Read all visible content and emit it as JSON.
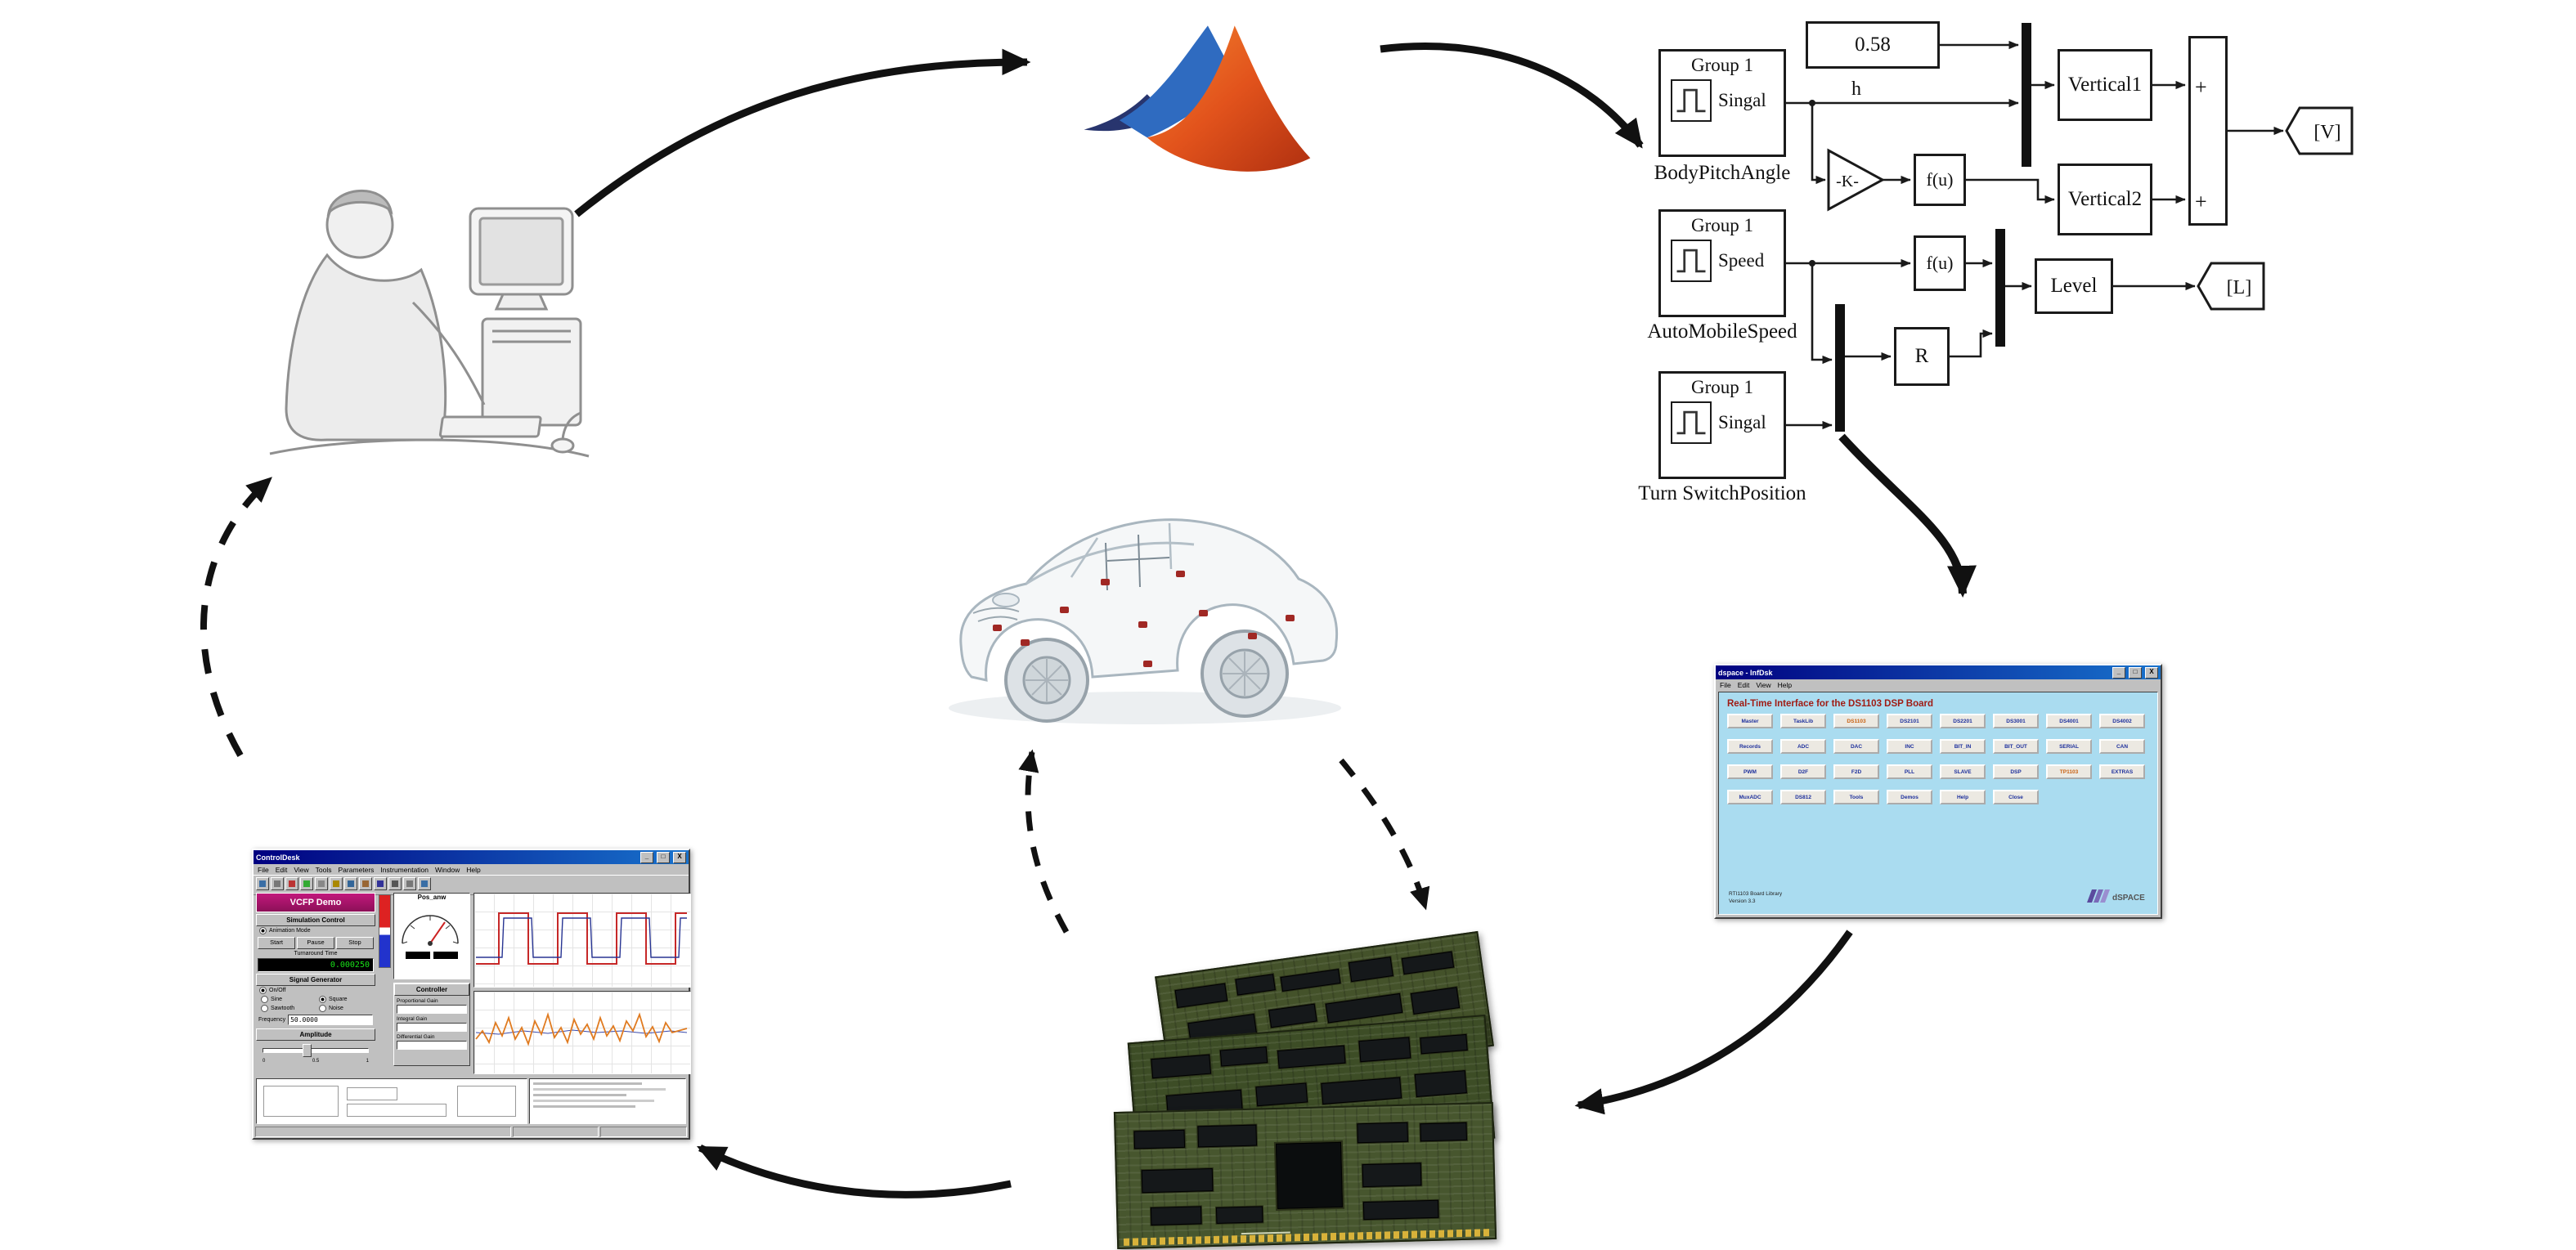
{
  "simulink": {
    "signal_builder_1": {
      "group": "Group 1",
      "name": "Singal",
      "label": "BodyPitchAngle"
    },
    "signal_builder_2": {
      "group": "Group 1",
      "name": "Speed",
      "label": "AutoMobileSpeed"
    },
    "signal_builder_3": {
      "group": "Group 1",
      "name": "Singal",
      "label": "Turn SwitchPosition"
    },
    "constant": "0.58",
    "h_signal": "h",
    "gain": "-K-",
    "fcn1": "f(u)",
    "fcn2": "f(u)",
    "vertical1": "Vertical1",
    "vertical2": "Vertical2",
    "plus_top": "+",
    "plus_bottom": "+",
    "goto_v": "[V]",
    "level": "Level",
    "goto_l": "[L]",
    "r_block": "R"
  },
  "dspace_window": {
    "title": "dspace - InfDsk",
    "window_buttons": [
      "_",
      "□",
      "X"
    ],
    "menu_items": [
      "File",
      "Edit",
      "View",
      "Help"
    ],
    "heading": "Real-Time Interface for the DS1103 DSP Board",
    "button_rows": [
      [
        "Master",
        "TaskLib",
        "DS1103",
        "DS2101",
        "DS2201",
        "DS3001",
        "DS4001",
        "DS4002"
      ],
      [
        "Records",
        "ADC",
        "DAC",
        "INC",
        "BIT_IN",
        "BIT_OUT",
        "SERIAL",
        "CAN"
      ],
      [
        "PWM",
        "D2F",
        "F2D",
        "PLL",
        "SLAVE",
        "DSP",
        "TP1103",
        "EXTRAS"
      ],
      [
        "MuxADC",
        "DS812",
        "Tools",
        "Demos",
        "Help",
        "Close"
      ]
    ],
    "orange_buttons": [
      "0-2",
      "2-6"
    ],
    "footer_line1": "RTI1103 Board Library",
    "footer_line2": "Version 3.3",
    "logo_text": "dSPACE"
  },
  "controldesk_window": {
    "title": "ControlDesk",
    "window_buttons": [
      "_",
      "□",
      "X"
    ],
    "menu_items": [
      "File",
      "Edit",
      "View",
      "Tools",
      "Parameters",
      "Instrumentation",
      "Window",
      "Help"
    ],
    "demo_title": "VCFP Demo",
    "simulation_control": "Simulation Control",
    "animation_label": "Animation Mode",
    "transport_buttons": [
      "Start",
      "Pause",
      "Stop"
    ],
    "turnaround_label": "Turnaround Time",
    "time_display": "0.000250",
    "signal_generator": "Signal Generator",
    "on_off": "On/Off",
    "waveforms": [
      "Sine",
      "Square",
      "Sawtooth",
      "Noise"
    ],
    "frequency_label": "Frequency",
    "frequency_value": "50.0000",
    "amplitude_label": "Amplitude",
    "amplitude_ticks": [
      "0",
      "0.5",
      "1"
    ],
    "gauge_title": "Pos_anw",
    "controller_title": "Controller",
    "controller_rows": [
      "Proportional Gain",
      "Integral Gain",
      "Differential Gain"
    ]
  }
}
